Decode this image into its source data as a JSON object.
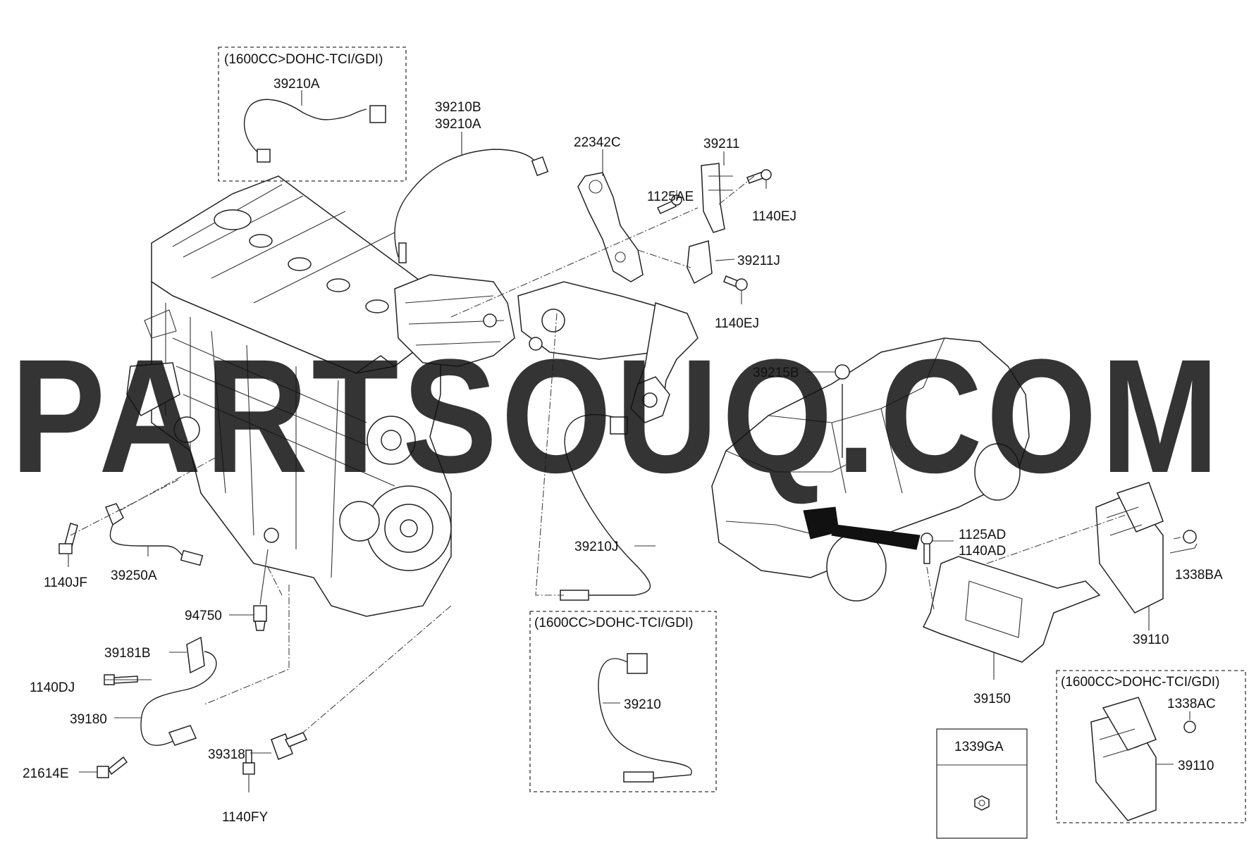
{
  "watermark": "PARTSOUQ.COM",
  "option_boxes": [
    {
      "id": "box-top",
      "title": "(1600CC>DOHC-TCI/GDI)"
    },
    {
      "id": "box-middle",
      "title": "(1600CC>DOHC-TCI/GDI)"
    },
    {
      "id": "box-right",
      "title": "(1600CC>DOHC-TCI/GDI)"
    }
  ],
  "small_box": {
    "title": "1339GA"
  },
  "labels": {
    "l_39210A_top": "39210A",
    "l_39210B": "39210B",
    "l_39210A": "39210A",
    "l_22342C": "22342C",
    "l_39211": "39211",
    "l_1125AE": "1125AE",
    "l_1140EJ_a": "1140EJ",
    "l_39211J": "39211J",
    "l_1140EJ_b": "1140EJ",
    "l_39215B": "39215B",
    "l_1125AD": "1125AD",
    "l_1140AD": "1140AD",
    "l_1338BA": "1338BA",
    "l_39110_a": "39110",
    "l_39150": "39150",
    "l_1338AC": "1338AC",
    "l_39110_b": "39110",
    "l_39210J": "39210J",
    "l_39210": "39210",
    "l_1140JF": "1140JF",
    "l_39250A": "39250A",
    "l_94750": "94750",
    "l_39181B": "39181B",
    "l_1140DJ": "1140DJ",
    "l_39180": "39180",
    "l_21614E": "21614E",
    "l_39318": "39318",
    "l_1140FY": "1140FY"
  }
}
